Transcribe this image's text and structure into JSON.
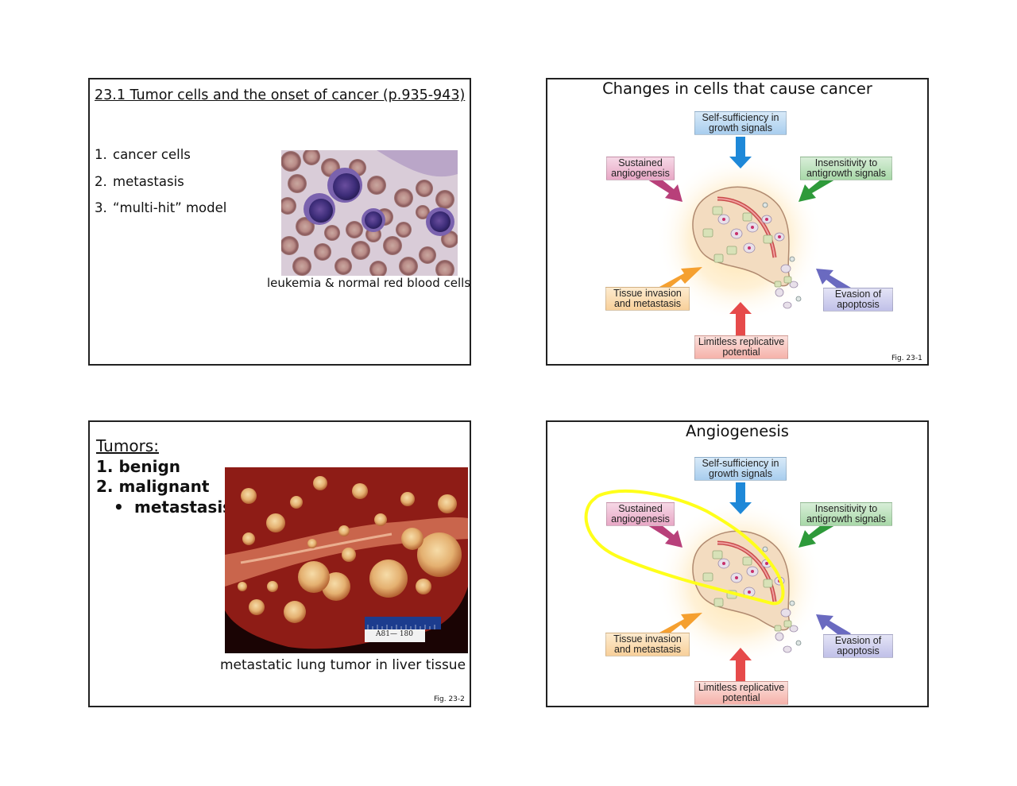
{
  "slide1": {
    "title": "23.1 Tumor cells and the onset of cancer (p.935-943)",
    "items": [
      {
        "num": "1.",
        "text": "cancer cells"
      },
      {
        "num": "2.",
        "text": "metastasis"
      },
      {
        "num": "3.",
        "text": "“multi-hit” model"
      }
    ],
    "image_caption": "leukemia & normal red blood cells"
  },
  "slide2": {
    "title": "Changes in cells that cause cancer",
    "fig": "Fig. 23-1"
  },
  "slide3": {
    "title": "Tumors:",
    "items": [
      "1. benign",
      "2. malignant"
    ],
    "sub_item": "metastasis",
    "bullet": "•",
    "image_caption": "metastatic lung tumor in liver tissue",
    "ruler_label": "A81—  180",
    "fig": "Fig. 23-2"
  },
  "slide4": {
    "title": "Angiogenesis"
  },
  "hallmarks": {
    "self_sufficiency": [
      "Self-sufficiency in",
      "growth signals"
    ],
    "insensitivity": [
      "Insensitivity to",
      "antigrowth signals"
    ],
    "sustained": [
      "Sustained",
      "angiogenesis"
    ],
    "tissue_invasion": [
      "Tissue invasion",
      "and metastasis"
    ],
    "evasion": [
      "Evasion of",
      "apoptosis"
    ],
    "limitless": [
      "Limitless replicative",
      "potential"
    ]
  },
  "colors": {
    "blue": "#1e88d8",
    "green": "#2e9a3a",
    "magenta": "#b8407a",
    "orange": "#f5a030",
    "purple": "#6a6ac0",
    "red": "#e64a4a",
    "highlight": "#ffff1a"
  }
}
